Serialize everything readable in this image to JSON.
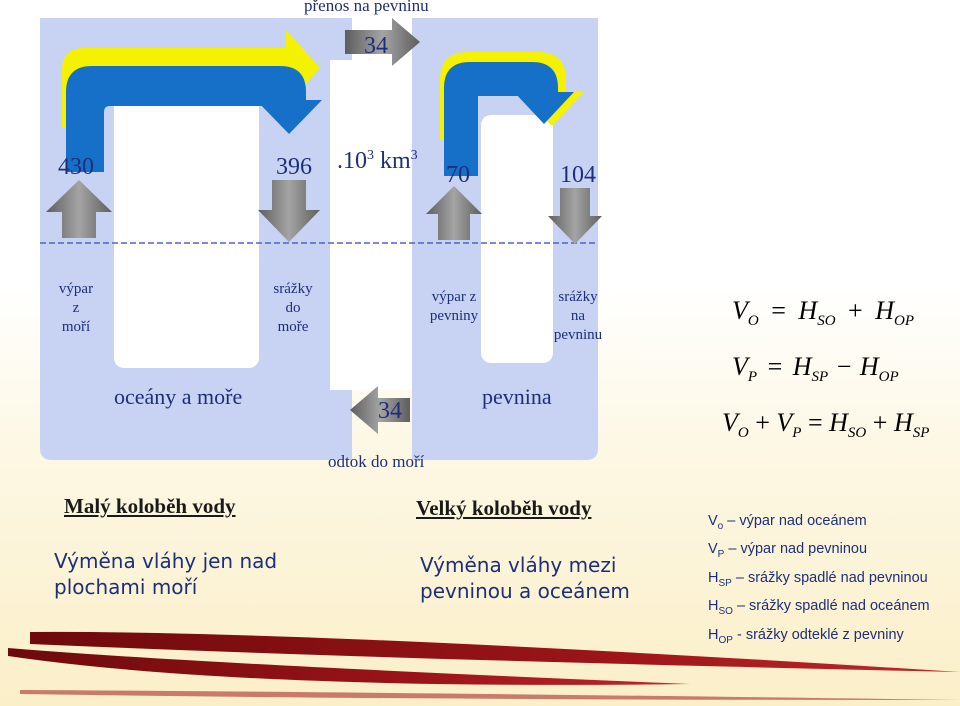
{
  "diagram": {
    "top_label": "přenos na pevninu",
    "top_flow": "34",
    "values": {
      "ocean_evap": "430",
      "ocean_precip": "396",
      "land_evap": "70",
      "land_precip": "104"
    },
    "unit_prefix": ".10",
    "unit_exp": "3",
    "unit_km": " km",
    "unit_km_exp": "3",
    "labels": {
      "vypar_z_mori": [
        "výpar",
        "z",
        "moří"
      ],
      "srazky_do_more": [
        "srážky",
        "do",
        "moře"
      ],
      "vypar_z_pevniny": [
        "výpar z",
        "pevniny"
      ],
      "srazky_na_pevninu": [
        "srážky",
        "na",
        "pevninu"
      ]
    },
    "oceany": "oceány a moře",
    "pevnina": "pevnina",
    "odtok_flow": "34",
    "odtok_label": "odtok do moří"
  },
  "equations": {
    "eq1": {
      "V": "V",
      "Vsub": "O",
      "eq": "=",
      "H1": "H",
      "H1sub": "SO",
      "plus": "+",
      "H2": "H",
      "H2sub": "OP"
    },
    "eq2": {
      "V": "V",
      "Vsub": "P",
      "eq": "=",
      "H1": "H",
      "H1sub": "SP",
      "minus": "−",
      "H2": "H",
      "H2sub": "OP"
    },
    "eq3": {
      "V1": "V",
      "V1sub": "O",
      "plus1": "+",
      "V2": "V",
      "V2sub": "P",
      "eq": "=",
      "H1": "H",
      "H1sub": "SO",
      "plus2": "+",
      "H2": "H",
      "H2sub": "SP"
    }
  },
  "small_cycle": {
    "heading": "Malý koloběh vody",
    "text1": "Výměna vláhy jen nad",
    "text2": "plochami moří"
  },
  "big_cycle": {
    "heading": "Velký koloběh vody",
    "text1": "Výměna vláhy mezi",
    "text2": "pevninou a oceánem"
  },
  "legend": [
    {
      "sym": "V",
      "sub": "o",
      "text": " – výpar nad oceánem"
    },
    {
      "sym": "V",
      "sub": "P",
      "text": " – výpar nad pevninou"
    },
    {
      "sym": "H",
      "sub": "SP",
      "text": " – srážky spadlé nad pevninou"
    },
    {
      "sym": "H",
      "sub": "SO",
      "text": " – srážky spadlé nad oceánem"
    },
    {
      "sym": "H",
      "sub": "OP",
      "text": " - srážky odteklé z pevniny"
    }
  ],
  "colors": {
    "panel": "#c8d2f2",
    "blue_arrow": "#1670c8",
    "yellow_arrow": "#f4f200",
    "gray_arrow": "#7d7d7d",
    "swoosh": "#8a0f12"
  }
}
